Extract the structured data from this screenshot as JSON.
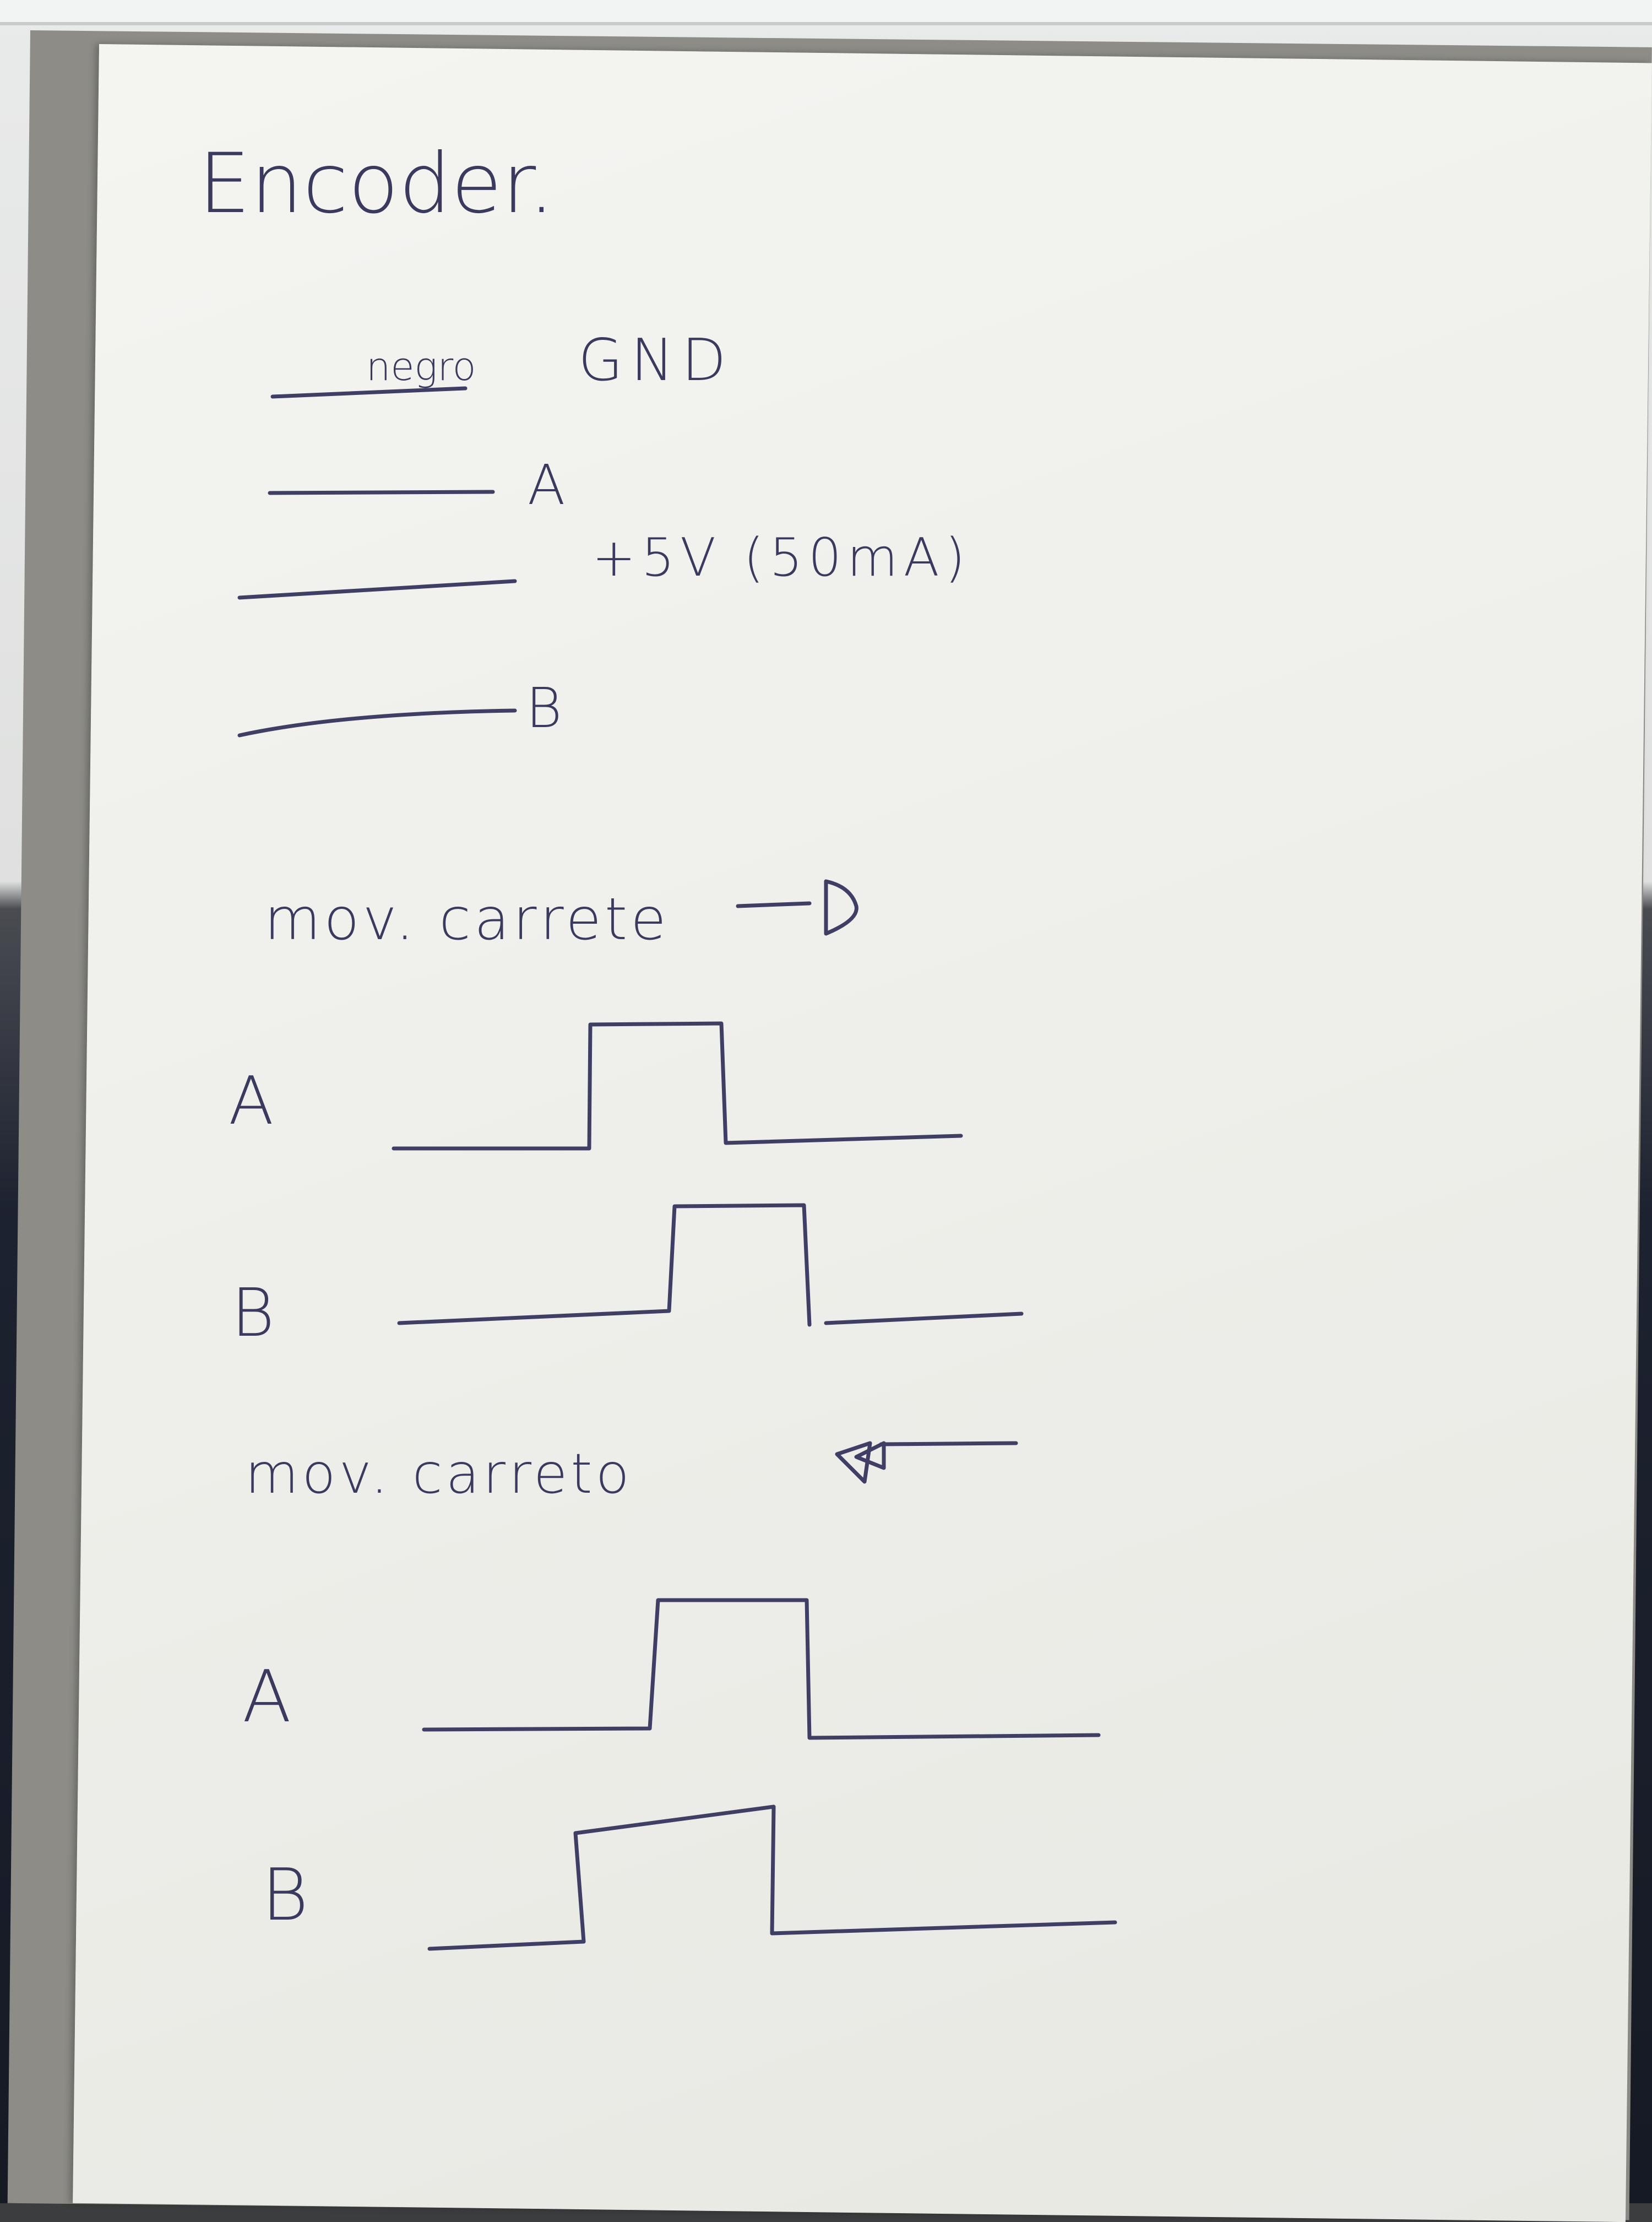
{
  "title": "Encoder.",
  "wires": [
    {
      "label_above": "negro",
      "label_right": "GND"
    },
    {
      "label": "A"
    },
    {
      "label": "+5V (50mA)"
    },
    {
      "label": "B"
    }
  ],
  "sections": [
    {
      "caption": "mov. carrete",
      "arrow": "right-arrow-icon",
      "channels": [
        {
          "label": "A"
        },
        {
          "label": "B"
        }
      ]
    },
    {
      "caption": "mov. carreto",
      "arrow": "left-arrow-icon",
      "channels": [
        {
          "label": "A"
        },
        {
          "label": "B"
        }
      ]
    }
  ],
  "colors": {
    "ink": "#3f3f66",
    "paper": "#f0f0ec"
  }
}
